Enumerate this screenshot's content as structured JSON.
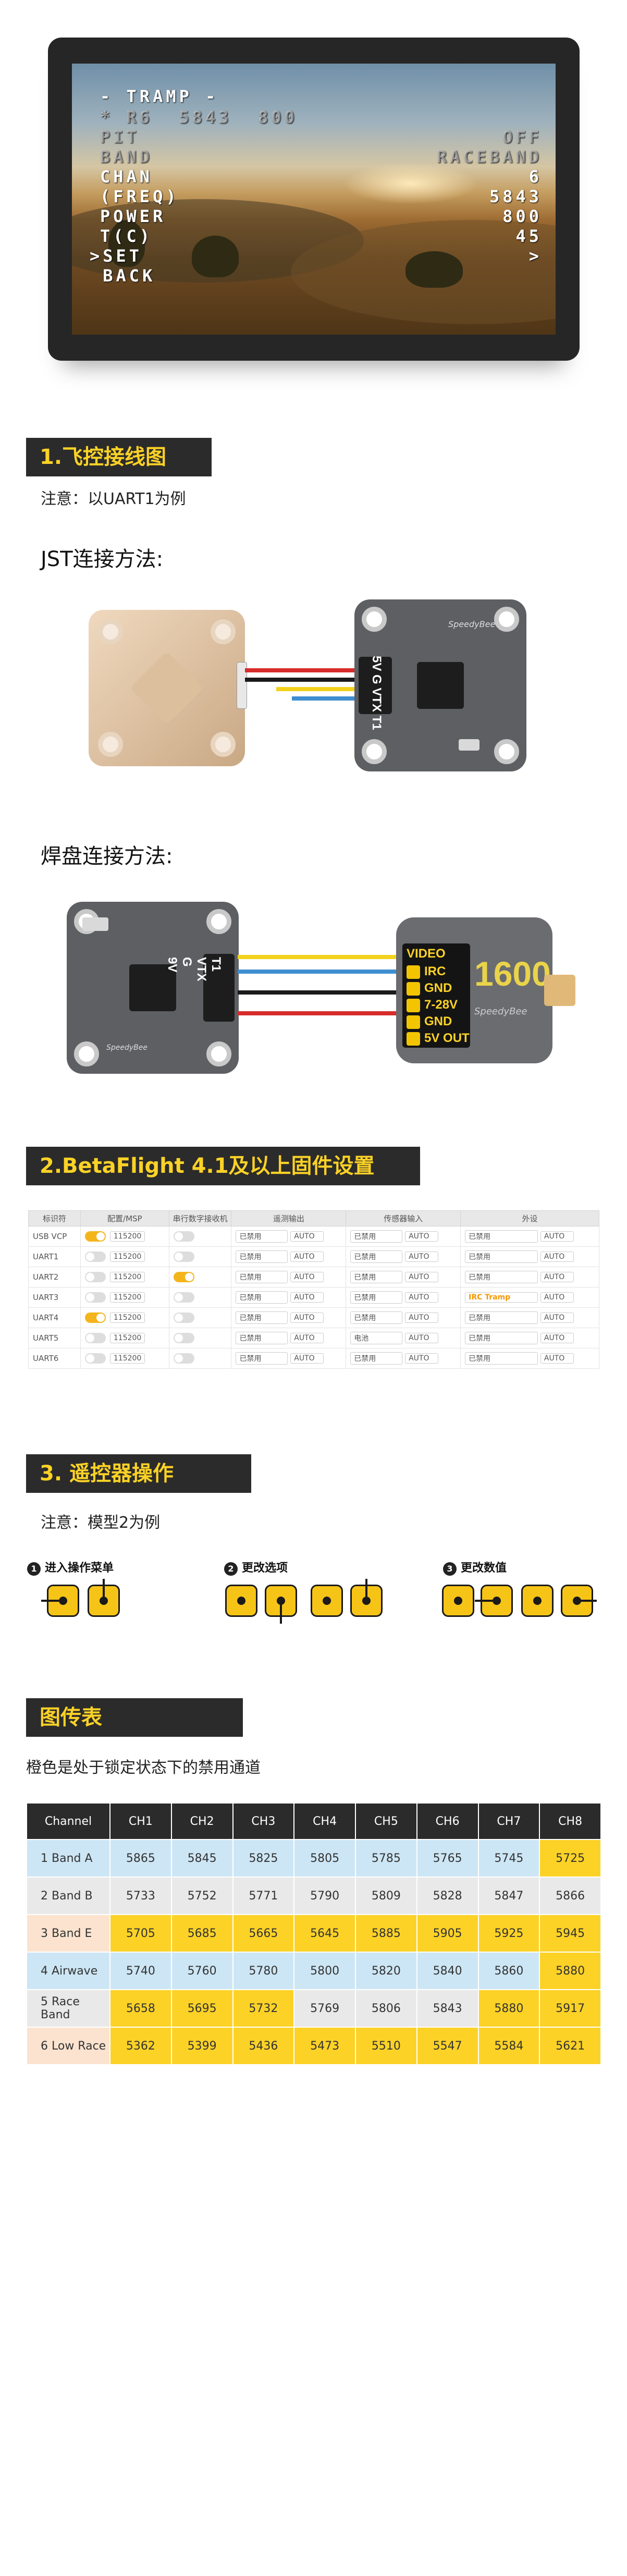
{
  "osd": {
    "title": "- TRAMP -",
    "status_left": "* R6  5843  800",
    "rows": [
      {
        "label": "PIT",
        "value": "OFF"
      },
      {
        "label": "BAND",
        "value": "RACEBAND"
      },
      {
        "label": "CHAN",
        "value": "6"
      },
      {
        "label": "(FREQ)",
        "value": "5843"
      },
      {
        "label": "POWER",
        "value": "800"
      },
      {
        "label": "T(C)",
        "value": "45"
      },
      {
        "label": ">SET",
        "value": ">"
      },
      {
        "label": " BACK",
        "value": ""
      }
    ]
  },
  "section1": {
    "title": "1.飞控接线图",
    "note": "注意：以UART1为例",
    "jst_heading": "JST连接方法:",
    "solder_heading": "焊盘连接方法:",
    "fc_pins": [
      "5V",
      "G",
      "VTX",
      "T1"
    ],
    "fc_pins_rotated": [
      "T1",
      "VTX",
      "G",
      "9V"
    ],
    "brand": "SpeedyBee",
    "vtx_pads": [
      "VIDEO",
      "IRC",
      "GND",
      "7-28V",
      "GND",
      "5V OUT"
    ],
    "vtx_logo": "1600"
  },
  "section2": {
    "title": "2.BetaFlight 4.1及以上固件设置",
    "headers": [
      "标识符",
      "配置/MSP",
      "串行数字接收机",
      "遥测输出",
      "传感器输入",
      "外设"
    ],
    "rows": [
      {
        "id": "USB VCP",
        "msp": true,
        "rx": false,
        "baud": "115200",
        "tele": "已禁用",
        "sensor": "已禁用",
        "periph": "已禁用"
      },
      {
        "id": "UART1",
        "msp": false,
        "rx": false,
        "baud": "115200",
        "tele": "已禁用",
        "sensor": "已禁用",
        "periph": "已禁用"
      },
      {
        "id": "UART2",
        "msp": false,
        "rx": true,
        "baud": "115200",
        "tele": "已禁用",
        "sensor": "已禁用",
        "periph": "已禁用"
      },
      {
        "id": "UART3",
        "msp": false,
        "rx": false,
        "baud": "115200",
        "tele": "已禁用",
        "sensor": "已禁用",
        "periph": "IRC Tramp"
      },
      {
        "id": "UART4",
        "msp": true,
        "rx": false,
        "baud": "115200",
        "tele": "已禁用",
        "sensor": "已禁用",
        "periph": "已禁用"
      },
      {
        "id": "UART5",
        "msp": false,
        "rx": false,
        "baud": "115200",
        "tele": "已禁用",
        "sensor": "电池",
        "periph": "已禁用"
      },
      {
        "id": "UART6",
        "msp": false,
        "rx": false,
        "baud": "115200",
        "tele": "已禁用",
        "sensor": "已禁用",
        "periph": "已禁用"
      }
    ],
    "auto": "AUTO"
  },
  "section3": {
    "title": "3. 遥控器操作",
    "note": "注意：模型2为例",
    "steps": [
      {
        "num": "1",
        "label": "进入操作菜单"
      },
      {
        "num": "2",
        "label": "更改选项"
      },
      {
        "num": "3",
        "label": "更改数值"
      }
    ]
  },
  "section4": {
    "title": "图传表",
    "note": "橙色是处于锁定状态下的禁用通道",
    "header": [
      "Channel",
      "CH1",
      "CH2",
      "CH3",
      "CH4",
      "CH5",
      "CH6",
      "CH7",
      "CH8"
    ],
    "rows": [
      {
        "name": "1 Band A",
        "values": [
          "5865",
          "5845",
          "5825",
          "5805",
          "5785",
          "5765",
          "5745",
          "5725"
        ]
      },
      {
        "name": "2 Band B",
        "values": [
          "5733",
          "5752",
          "5771",
          "5790",
          "5809",
          "5828",
          "5847",
          "5866"
        ]
      },
      {
        "name": "3 Band E",
        "values": [
          "5705",
          "5685",
          "5665",
          "5645",
          "5885",
          "5905",
          "5925",
          "5945"
        ]
      },
      {
        "name": "4 Airwave",
        "values": [
          "5740",
          "5760",
          "5780",
          "5800",
          "5820",
          "5840",
          "5860",
          "5880"
        ]
      },
      {
        "name": "5 Race Band",
        "values": [
          "5658",
          "5695",
          "5732",
          "5769",
          "5806",
          "5843",
          "5880",
          "5917"
        ]
      },
      {
        "name": "6 Low Race",
        "values": [
          "5362",
          "5399",
          "5436",
          "5473",
          "5510",
          "5547",
          "5584",
          "5621"
        ]
      }
    ],
    "colors": {
      "yellow": "#fcd226",
      "blue": "#cde6f5",
      "gray": "#e9e9e9",
      "peach": "#fbe3cf",
      "header": "#2b2b2b"
    }
  }
}
